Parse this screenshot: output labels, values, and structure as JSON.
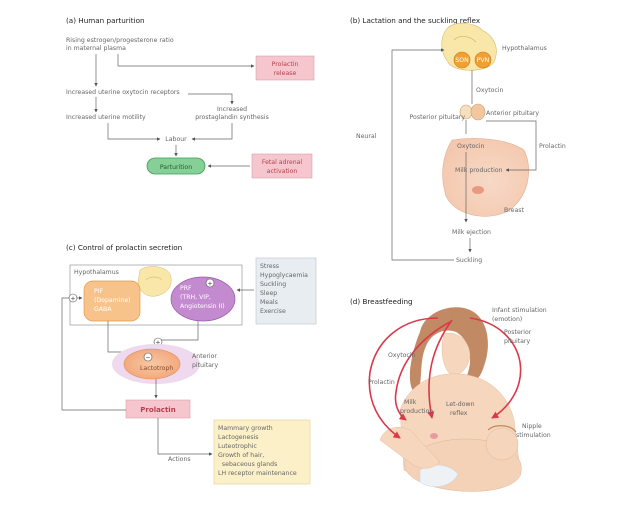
{
  "panel_a": {
    "title": "(a)  Human parturition",
    "rising_line1": "Rising estrogen/progesterone ratio",
    "rising_line2": "in maternal plasma",
    "prolactin_release_line1": "Prolactin",
    "prolactin_release_line2": "release",
    "oxytocin_receptors": "Increased uterine oxytocin receptors",
    "uterine_motility": "Increased uterine motility",
    "prostaglandin_line1": "Increased",
    "prostaglandin_line2": "prostaglandin synthesis",
    "labour": "Labour",
    "parturition": "Parturition",
    "fetal_adrenal_line1": "Fetal adrenal",
    "fetal_adrenal_line2": "activation"
  },
  "panel_b": {
    "title": "(b)  Lactation and the suckling reflex",
    "hypothalamus": "Hypothalamus",
    "son": "SON",
    "pvn": "PVN",
    "oxytocin_top": "Oxytocin",
    "posterior_pituitary": "Posterior pituitary",
    "anterior_pituitary": "Anterior pituitary",
    "neural": "Neural",
    "oxytocin_mid": "Oxytocin",
    "prolactin": "Prolactin",
    "milk_production": "Milk production",
    "breast": "Breast",
    "milk_ejection": "Milk ejection",
    "suckling": "Suckling"
  },
  "panel_c": {
    "title": "(c)  Control of prolactin secretion",
    "hypothalamus": "Hypothalamus",
    "pif_line1": "PIF",
    "pif_line2": "(Dopamine)",
    "pif_line3": "GABA",
    "prf_line1": "PRF",
    "prf_line2": "(TRH, VIP,",
    "prf_line3": "Angiotensin II)",
    "stimuli": [
      "Stress",
      "Hypoglycaemia",
      "Suckling",
      "Sleep",
      "Meals",
      "Exercise"
    ],
    "lactotroph": "Lactotroph",
    "anterior_line1": "Anterior",
    "anterior_line2": "pituitary",
    "prolactin": "Prolactin",
    "actions": "Actions",
    "action_items": [
      "Mammary growth",
      "Lactogenesis",
      "Luteotrophic",
      "Growth of hair,",
      "  sebaceous glands",
      "LH receptor maintenance"
    ],
    "plus_sign": "+",
    "minus_sign": "−"
  },
  "panel_d": {
    "title": "(d)  Breastfeeding",
    "infant_stim_line1": "Infant stimulation",
    "infant_stim_line2": "(emotion)",
    "posterior_line1": "Posterior",
    "posterior_line2": "pituitary",
    "oxytocin": "Oxytocin",
    "prolactin": "Prolactin",
    "milk_line1": "Milk",
    "milk_line2": "production",
    "letdown_line1": "Let-down",
    "letdown_line2": "reflex",
    "nipple_line1": "Nipple",
    "nipple_line2": "stimulation"
  }
}
